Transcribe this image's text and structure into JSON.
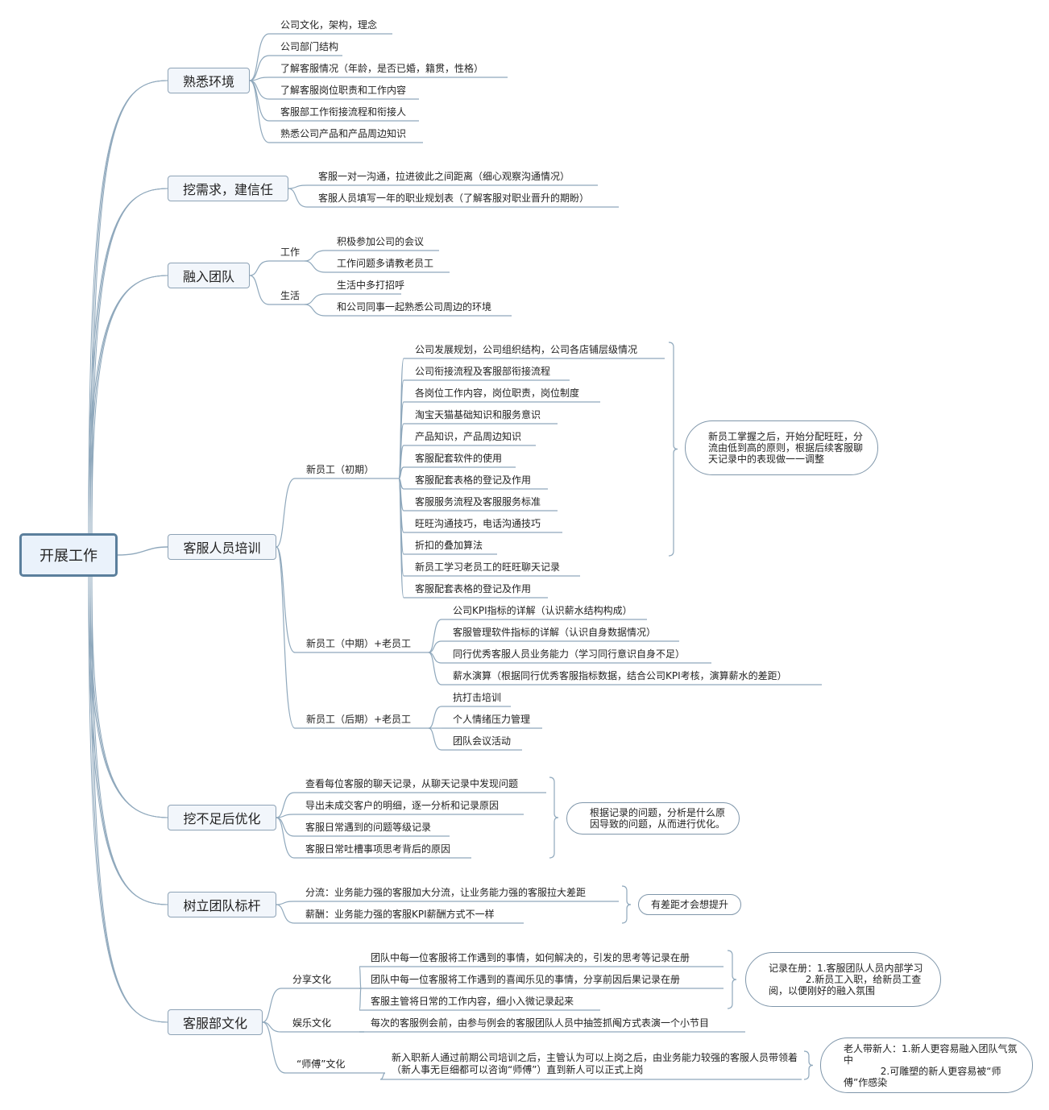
{
  "root": "开展工作",
  "colors": {
    "line": "#8fa8bc",
    "topic_border": "#8ea3b6",
    "root_border": "#5b7f9c",
    "topic_bg": "#f2f6fb"
  },
  "topics": [
    {
      "label": "熟悉环境",
      "items": [
        "公司文化，架构，理念",
        "公司部门结构",
        "了解客服情况（年龄，是否已婚，籍贯，性格）",
        "了解客服岗位职责和工作内容",
        "客服部工作衔接流程和衔接人",
        "熟悉公司产品和产品周边知识"
      ]
    },
    {
      "label": "挖需求，建信任",
      "items": [
        "客服一对一沟通，拉进彼此之间距离（细心观察沟通情况）",
        "客服人员填写一年的职业规划表（了解客服对职业晋升的期盼）"
      ]
    },
    {
      "label": "融入团队",
      "groups": [
        {
          "label": "工作",
          "items": [
            "积极参加公司的会议",
            "工作问题多请教老员工"
          ]
        },
        {
          "label": "生活",
          "items": [
            "生活中多打招呼",
            "和公司同事一起熟悉公司周边的环境"
          ]
        }
      ]
    },
    {
      "label": "客服人员培训",
      "groups": [
        {
          "label": "新员工（初期）",
          "items": [
            "公司发展规划，公司组织结构，公司各店铺层级情况",
            "公司衔接流程及客服部衔接流程",
            "各岗位工作内容，岗位职责，岗位制度",
            "淘宝天猫基础知识和服务意识",
            "产品知识，产品周边知识",
            "客服配套软件的使用",
            "客服配套表格的登记及作用",
            "客服服务流程及客服服务标准",
            "旺旺沟通技巧，电话沟通技巧",
            "折扣的叠加算法",
            "新员工学习老员工的旺旺聊天记录",
            "客服配套表格的登记及作用"
          ],
          "note": "新员工掌握之后，开始分配旺旺，分流由低到高的原则，根据后续客服聊天记录中的表现做一一调整"
        },
        {
          "label": "新员工（中期）+老员工",
          "items": [
            "公司KPI指标的详解（认识薪水结构构成）",
            "客服管理软件指标的详解（认识自身数据情况）",
            "同行优秀客服人员业务能力（学习同行意识自身不足）",
            "薪水演算（根据同行优秀客服指标数据，结合公司KPI考核，演算薪水的差距）"
          ]
        },
        {
          "label": "新员工（后期）+老员工",
          "items": [
            "抗打击培训",
            "个人情绪压力管理",
            "团队会议活动"
          ]
        }
      ]
    },
    {
      "label": "挖不足后优化",
      "items": [
        "查看每位客服的聊天记录，从聊天记录中发现问题",
        "导出未成交客户的明细，逐一分析和记录原因",
        "客服日常遇到的问题等级记录",
        "客服日常吐槽事项思考背后的原因"
      ],
      "note": "根据记录的问题，分析是什么原因导致的问题，从而进行优化。"
    },
    {
      "label": "树立团队标杆",
      "items": [
        "分流：业务能力强的客服加大分流，让业务能力强的客服拉大差距",
        "薪酬：业务能力强的客服KPI薪酬方式不一样"
      ],
      "note": "有差距才会想提升"
    },
    {
      "label": "客服部文化",
      "groups": [
        {
          "label": "分享文化",
          "items": [
            "团队中每一位客服将工作遇到的事情，如何解决的，引发的思考等记录在册",
            "团队中每一位客服将工作遇到的喜闻乐见的事情，分享前因后果记录在册",
            "客服主管将日常的工作内容，细小入微记录起来"
          ],
          "note": "记录在册：1.客服团队人员内部学习\n            2.新员工入职，给新员工查阅，以便刚好的融入氛围"
        },
        {
          "label": "娱乐文化",
          "items": [
            "每次的客服例会前，由参与例会的客服团队人员中抽签抓阄方式表演一个小节目"
          ]
        },
        {
          "label": "“师傅”文化",
          "items": [
            "新入职新人通过前期公司培训之后，主管认为可以上岗之后，由业务能力较强的客服人员带领着（新人事无巨细都可以咨询“师傅”）直到新人可以正式上岗"
          ],
          "note": "老人带新人：1.新人更容易融入团队气氛中\n            2.可雕塑的新人更容易被“师傅”作感染"
        }
      ]
    }
  ]
}
